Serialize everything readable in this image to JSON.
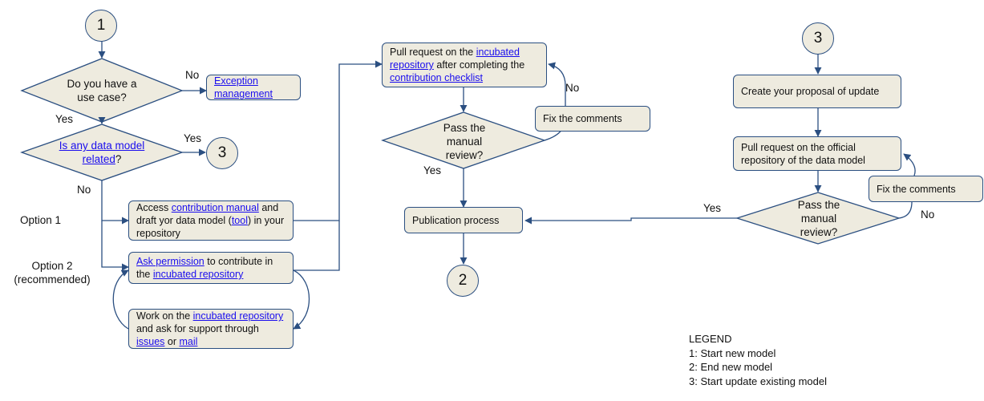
{
  "nodes": {
    "start1": "1",
    "end2": "2",
    "start3_top": "3",
    "start3_side": "3",
    "d_use_case": "Do you have a use case?",
    "d_data_model": {
      "link": "Is any data model related",
      "tail": "?"
    },
    "exception": {
      "link": "Exception management"
    },
    "option1_box": {
      "t1": "Access ",
      "l1": "contribution manual",
      "t2": " and draft yor data model (",
      "l2": "tool",
      "t3": ") in your repository"
    },
    "option2_box": {
      "l1": "Ask permission",
      "t1": " to contribute in the ",
      "l2": "incubated repository"
    },
    "work_box": {
      "t1": "Work on the ",
      "l1": "incubated repository",
      "t2": " and ask for support through ",
      "l2": "issues",
      "t3": " or ",
      "l3": "mail"
    },
    "pr_incubated": {
      "t1": "Pull request on the ",
      "l1": "incubated repository",
      "t2": " after completing the ",
      "l2": "contribution checklist"
    },
    "fix1": "Fix the comments",
    "review1": "Pass the manual review?",
    "publication": "Publication process",
    "proposal": "Create your proposal of update",
    "pr_official": "Pull request on the official repository of the data model",
    "fix2": "Fix the comments",
    "review2": "Pass the manual review?"
  },
  "edge_labels": {
    "no_exception": "No",
    "yes_use_case": "Yes",
    "yes_related": "Yes",
    "no_related": "No",
    "yes_review1": "Yes",
    "no_review1": "No",
    "yes_review2": "Yes",
    "no_review2": "No"
  },
  "options": {
    "option1": "Option 1",
    "option2_line1": "Option 2",
    "option2_line2": "(recommended)"
  },
  "legend": {
    "title": "LEGEND",
    "items": [
      "1: Start new model",
      "2: End new model",
      "3: Start update existing model"
    ]
  },
  "colors": {
    "node_fill": "#eeebdf",
    "stroke": "#2b4f81",
    "link": "#1a0dee"
  }
}
